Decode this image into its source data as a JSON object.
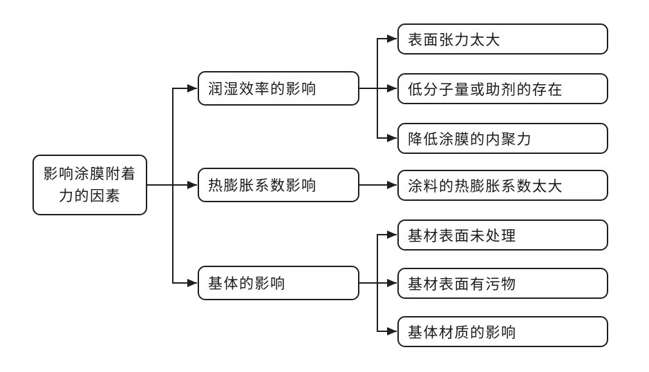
{
  "diagram": {
    "title_hint": "影响涂膜附着力的因素",
    "root": {
      "label": "影响涂膜附着力的因素",
      "lines": [
        "影响涂膜附着",
        "力的因素"
      ]
    },
    "branches": [
      {
        "label": "润湿效率的影响",
        "children": [
          "表面张力太大",
          "低分子量或助剂的存在",
          "降低涂膜的内聚力"
        ]
      },
      {
        "label": "热膨胀系数影响",
        "children": [
          "涂料的热膨胀系数太大"
        ]
      },
      {
        "label": "基体的影响",
        "children": [
          "基材表面未处理",
          "基材表面有污物",
          "基体材质的影响"
        ]
      }
    ],
    "colors": {
      "line": "#1f1f1f",
      "box_border": "#1f1f1f",
      "box_fill": "#ffffff",
      "text": "#1a1a1a",
      "background": "#ffffff"
    }
  }
}
